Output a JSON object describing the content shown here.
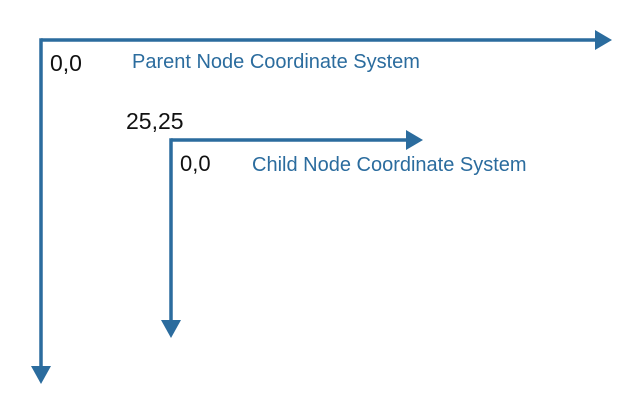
{
  "colors": {
    "axis": "#2b6c9e",
    "label": "#2b6c9e",
    "origin_text": "#111111",
    "background": "#ffffff"
  },
  "parent": {
    "origin_label": "0,0",
    "system_label": "Parent Node Coordinate System"
  },
  "child": {
    "offset_label": "25,25",
    "origin_label": "0,0",
    "system_label": "Child Node Coordinate System"
  }
}
